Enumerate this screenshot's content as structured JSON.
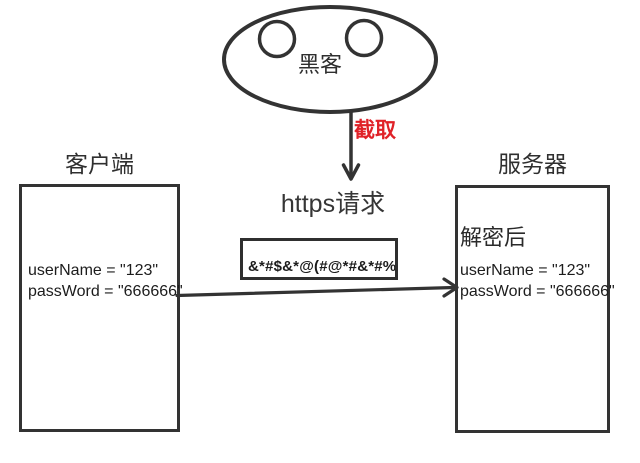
{
  "diagram": {
    "hacker": {
      "label": "黑客"
    },
    "intercept_label": "截取",
    "https_label": "https请求",
    "encrypted_text": "&*#$&*@(#@*#&*#%",
    "client": {
      "title": "客户端",
      "lines": [
        "userName = \"123\"",
        "passWord = \"666666\""
      ]
    },
    "server": {
      "title": "服务器",
      "decrypted_label": "解密后",
      "lines": [
        "userName = \"123\"",
        "passWord = \"666666\""
      ]
    },
    "colors": {
      "stroke": "#333333",
      "text": "#1c1c1c",
      "accent_red": "#e02228",
      "background": "#ffffff"
    }
  }
}
